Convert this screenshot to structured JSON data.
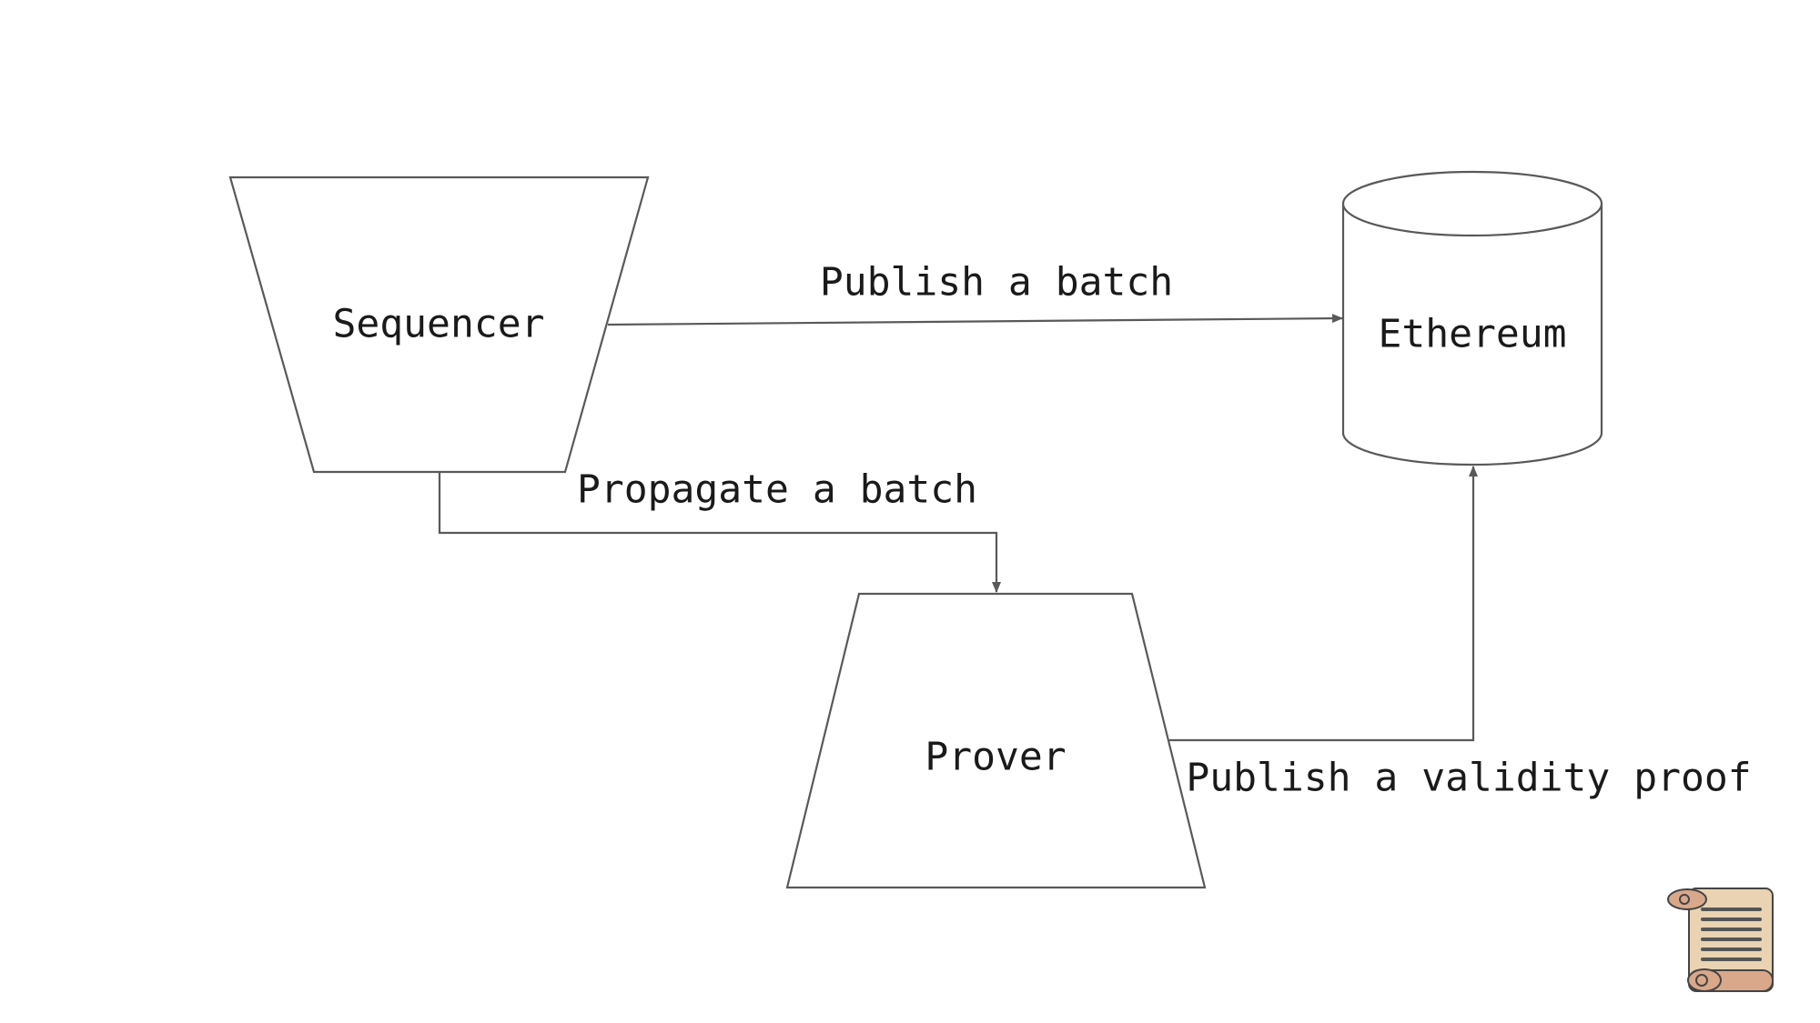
{
  "nodes": {
    "sequencer": {
      "label": "Sequencer"
    },
    "ethereum": {
      "label": "Ethereum"
    },
    "prover": {
      "label": "Prover"
    }
  },
  "edges": {
    "publish_batch": {
      "label": "Publish a batch"
    },
    "propagate_batch": {
      "label": "Propagate a batch"
    },
    "publish_proof": {
      "label": "Publish a validity proof"
    }
  },
  "icons": {
    "corner": "scroll-icon"
  },
  "colors": {
    "stroke": "#595959",
    "text": "#1a1a1a",
    "scroll_paper": "#e9d3b2",
    "scroll_roll": "#d9a88b"
  }
}
